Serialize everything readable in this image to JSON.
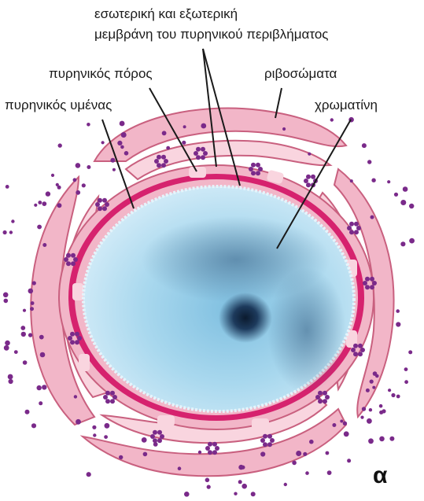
{
  "labels": {
    "membranes_line1": "εσωτερική και εξωτερική",
    "membranes_line2": "μεμβράνη του πυρηνικού περιβλήματος",
    "nuclear_pore": "πυρηνικός πόρος",
    "ribosomes": "ριβοσώματα",
    "nucleoplasm": "πυρηνικός υμένας",
    "chromatin": "χρωματίνη",
    "panel_letter": "α"
  },
  "colors": {
    "er_fill": "#f2b6c8",
    "er_outline": "#c9607f",
    "er_lumen": "#f9d5df",
    "envelope": "#d6226e",
    "ribosome": "#7a2a8a",
    "nucleus": "#a9d8ee",
    "nucleus_edge": "#d8eef8",
    "nucleolus": "#0b1a2e",
    "leader_line": "#1a1a1a"
  }
}
